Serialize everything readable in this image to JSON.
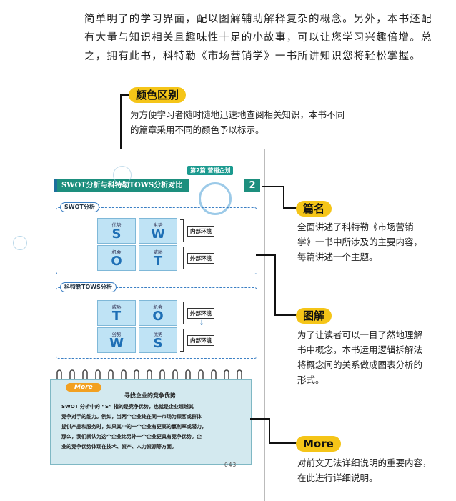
{
  "intro": {
    "lines": [
      "简单明了的学习界面，配以图解辅助解释复杂的概念。另外，本书还配",
      "有大量与知识相关且趣味性十足的小故事，可以让您学习兴趣倍增。总",
      "之，拥有此书，科特勒《市场营销学》一书所讲知识您将轻松掌握。"
    ]
  },
  "callouts": {
    "color": {
      "label": "颜色区别",
      "desc_lines": [
        "为方便学习者随时随地迅速地查阅相关知识，本书不同",
        "的篇章采用不同的颜色予以标示。"
      ]
    },
    "part": {
      "label": "篇名",
      "desc_lines": [
        "全面讲述了科特勒《市场营销",
        "学》一书中所涉及的主要内容，",
        "每篇讲述一个主题。"
      ]
    },
    "diagram": {
      "label": "图解",
      "desc_lines": [
        "为了让读者可以一目了然地理解",
        "书中概念，本书运用逻辑拆解法",
        "将概念间的关系做成图表分析的",
        "形式。"
      ]
    },
    "more": {
      "label": "More",
      "desc_lines": [
        "对前文无法详细说明的重要内容，",
        "在此进行详细说明。"
      ]
    }
  },
  "book_page": {
    "chapter_tab": "第2篇 营销企划",
    "title": "SWOT分析与科特勒TOWS分析对比图",
    "part_number": "2",
    "swot": {
      "label": "SWOT分析",
      "cells": [
        {
          "small": "优势",
          "big": "S"
        },
        {
          "small": "劣势",
          "big": "W"
        },
        {
          "small": "机会",
          "big": "O"
        },
        {
          "small": "威胁",
          "big": "T"
        }
      ],
      "env_internal": "内部环境",
      "env_external": "外部环境"
    },
    "tows": {
      "label": "科特勒TOWS分析",
      "cells": [
        {
          "small": "威胁",
          "big": "T"
        },
        {
          "small": "机会",
          "big": "O"
        },
        {
          "small": "劣势",
          "big": "W"
        },
        {
          "small": "优势",
          "big": "S"
        }
      ],
      "env_external": "外部环境",
      "env_internal": "内部环境"
    },
    "note": {
      "tag": "More",
      "title": "寻找企业的竞争优势",
      "body_lines": [
        "SWOT 分析中的 “S” 指的是竞争优势，也就是企业超越其",
        "竞争对手的能力。例如，当两个企业处在同一市场为顾客或群体",
        "提供产品和服务时，如果其中的一个企业有更高的赢利率或潜力，",
        "那么，我们就认为这个企业比另外一个企业更具有竞争优势。企",
        "业的竞争优势体现在技术、资产、人力资源等方面。"
      ],
      "page_no": "043"
    }
  },
  "colors": {
    "accent_yellow": "#f5c518",
    "teal": "#1d8f7e",
    "blue": "#3b7fc4"
  }
}
